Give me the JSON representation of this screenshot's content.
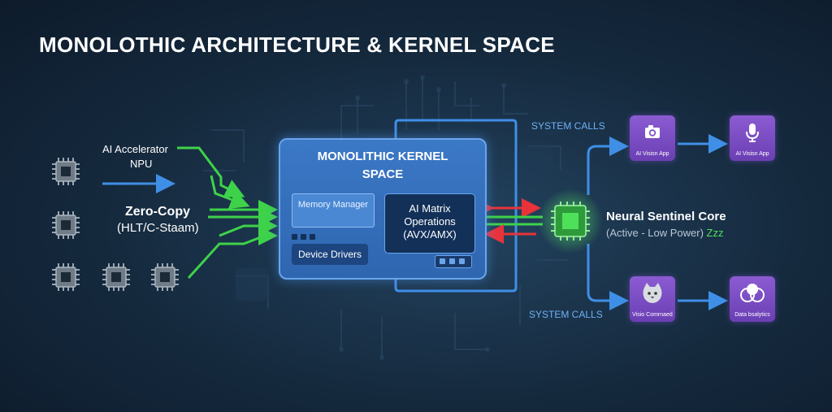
{
  "title": "MONOLOTHIC ARCHITECTURE & KERNEL SPACE",
  "left": {
    "accelerator_label_1": "AI Accelerator",
    "accelerator_label_2": "NPU",
    "zero_copy_label_1": "Zero-Copy",
    "zero_copy_label_2": "(HLT/C-Staam)"
  },
  "kernel": {
    "title_line_1": "MONOLITHIC KERNEL",
    "title_line_2": "SPACE",
    "memory_manager": "Memory Manager",
    "ai_matrix_1": "AI Matrix",
    "ai_matrix_2": "Operations",
    "ai_matrix_3": "(AVX/AMX)",
    "device_drivers": "Device Drivers"
  },
  "system_calls_top": "SYSTEM CALLS",
  "system_calls_bottom": "SYSTEM CALLS",
  "sentinel": {
    "name": "Neural Sentinel Core",
    "status_prefix": "(Active - Low Power)",
    "status_zzz": "Zzz"
  },
  "apps": [
    {
      "label": "AI Visisn App",
      "icon": "camera-icon"
    },
    {
      "label": "AI Visisn App",
      "icon": "microphone-icon"
    },
    {
      "label": "Visio Comrnaed",
      "icon": "cat-icon"
    },
    {
      "label": "Data bsalytics",
      "icon": "data-circles-icon"
    }
  ],
  "colors": {
    "background": "#15293d",
    "kernel_blue": "#3b78c6",
    "arrow_blue": "#3f8fe6",
    "arrow_green": "#3ed24a",
    "arrow_red": "#e8333a",
    "app_purple": "#7a4cc4",
    "system_calls_text": "#6db1f5",
    "zzz_green": "#4fe05a"
  }
}
